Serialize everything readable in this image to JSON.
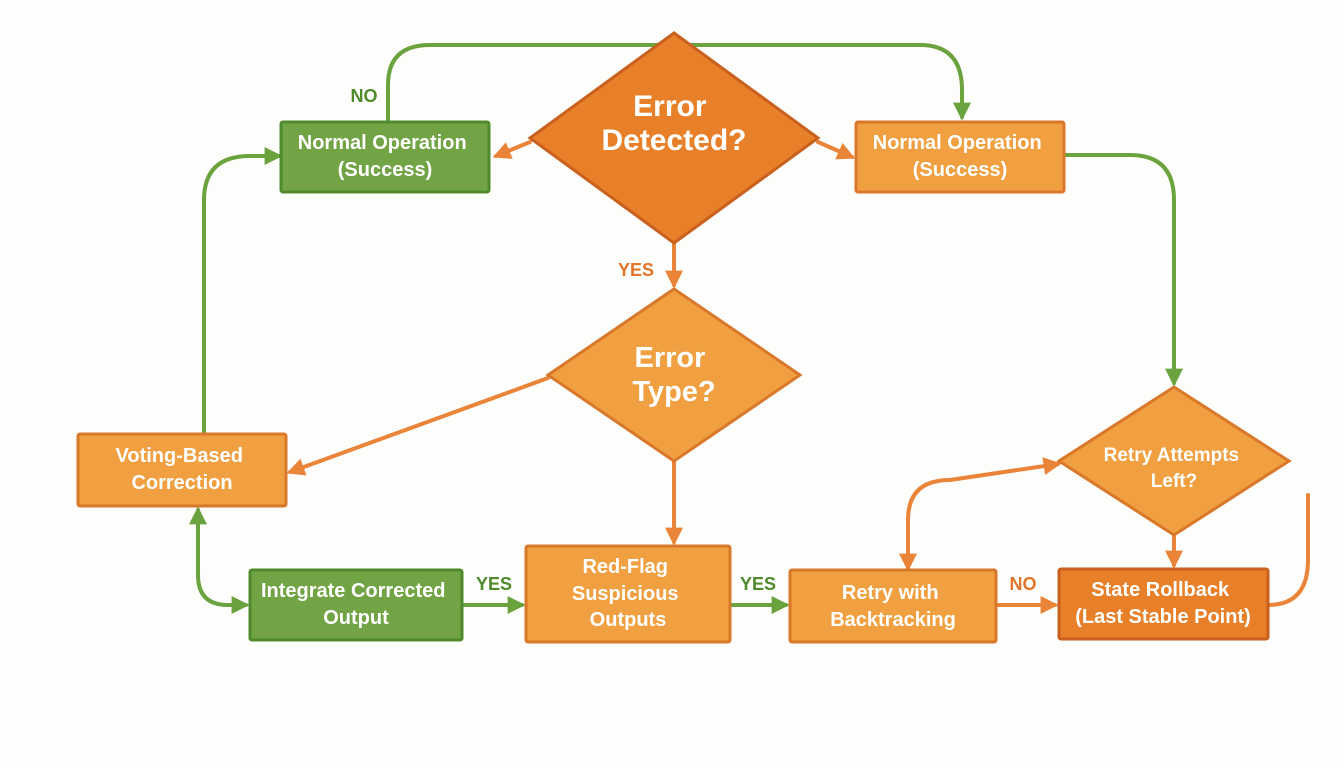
{
  "colors": {
    "green": "#72a446",
    "green_border": "#4f8a2c",
    "orange": "#f0a040",
    "orange_border": "#d9782a",
    "dark_orange": "#e8802a",
    "dark_orange_border": "#c9601e",
    "edge_green": "#6aa33e",
    "edge_orange": "#ea8438",
    "label_green": "#4f8a2c",
    "label_orange": "#e2752a"
  },
  "nodes": {
    "error_detected": {
      "lines": [
        "Error",
        "Detected?"
      ]
    },
    "normal_left": {
      "lines": [
        "Normal Operation",
        "(Success)"
      ]
    },
    "normal_right": {
      "lines": [
        "Normal Operation",
        "(Success)"
      ]
    },
    "error_type": {
      "lines": [
        "Error",
        "Type?"
      ]
    },
    "voting": {
      "lines": [
        "Voting-Based",
        "Correction"
      ]
    },
    "integrate": {
      "lines": [
        "Integrate Corrected",
        "Output"
      ]
    },
    "red_flag": {
      "lines": [
        "Red-Flag",
        "Suspicious",
        "Outputs"
      ]
    },
    "retry_backtracking": {
      "lines": [
        "Retry with",
        "Backtracking"
      ]
    },
    "retry_attempts": {
      "lines": [
        "Retry Attempts",
        "Left?"
      ]
    },
    "state_rollback": {
      "lines": [
        "State Rollback",
        "(Last Stable Point)"
      ]
    }
  },
  "edge_labels": {
    "no_top": "NO",
    "yes_detected": "YES",
    "yes_integrate": "YES",
    "yes_redflag": "YES",
    "no_retry": "NO"
  }
}
